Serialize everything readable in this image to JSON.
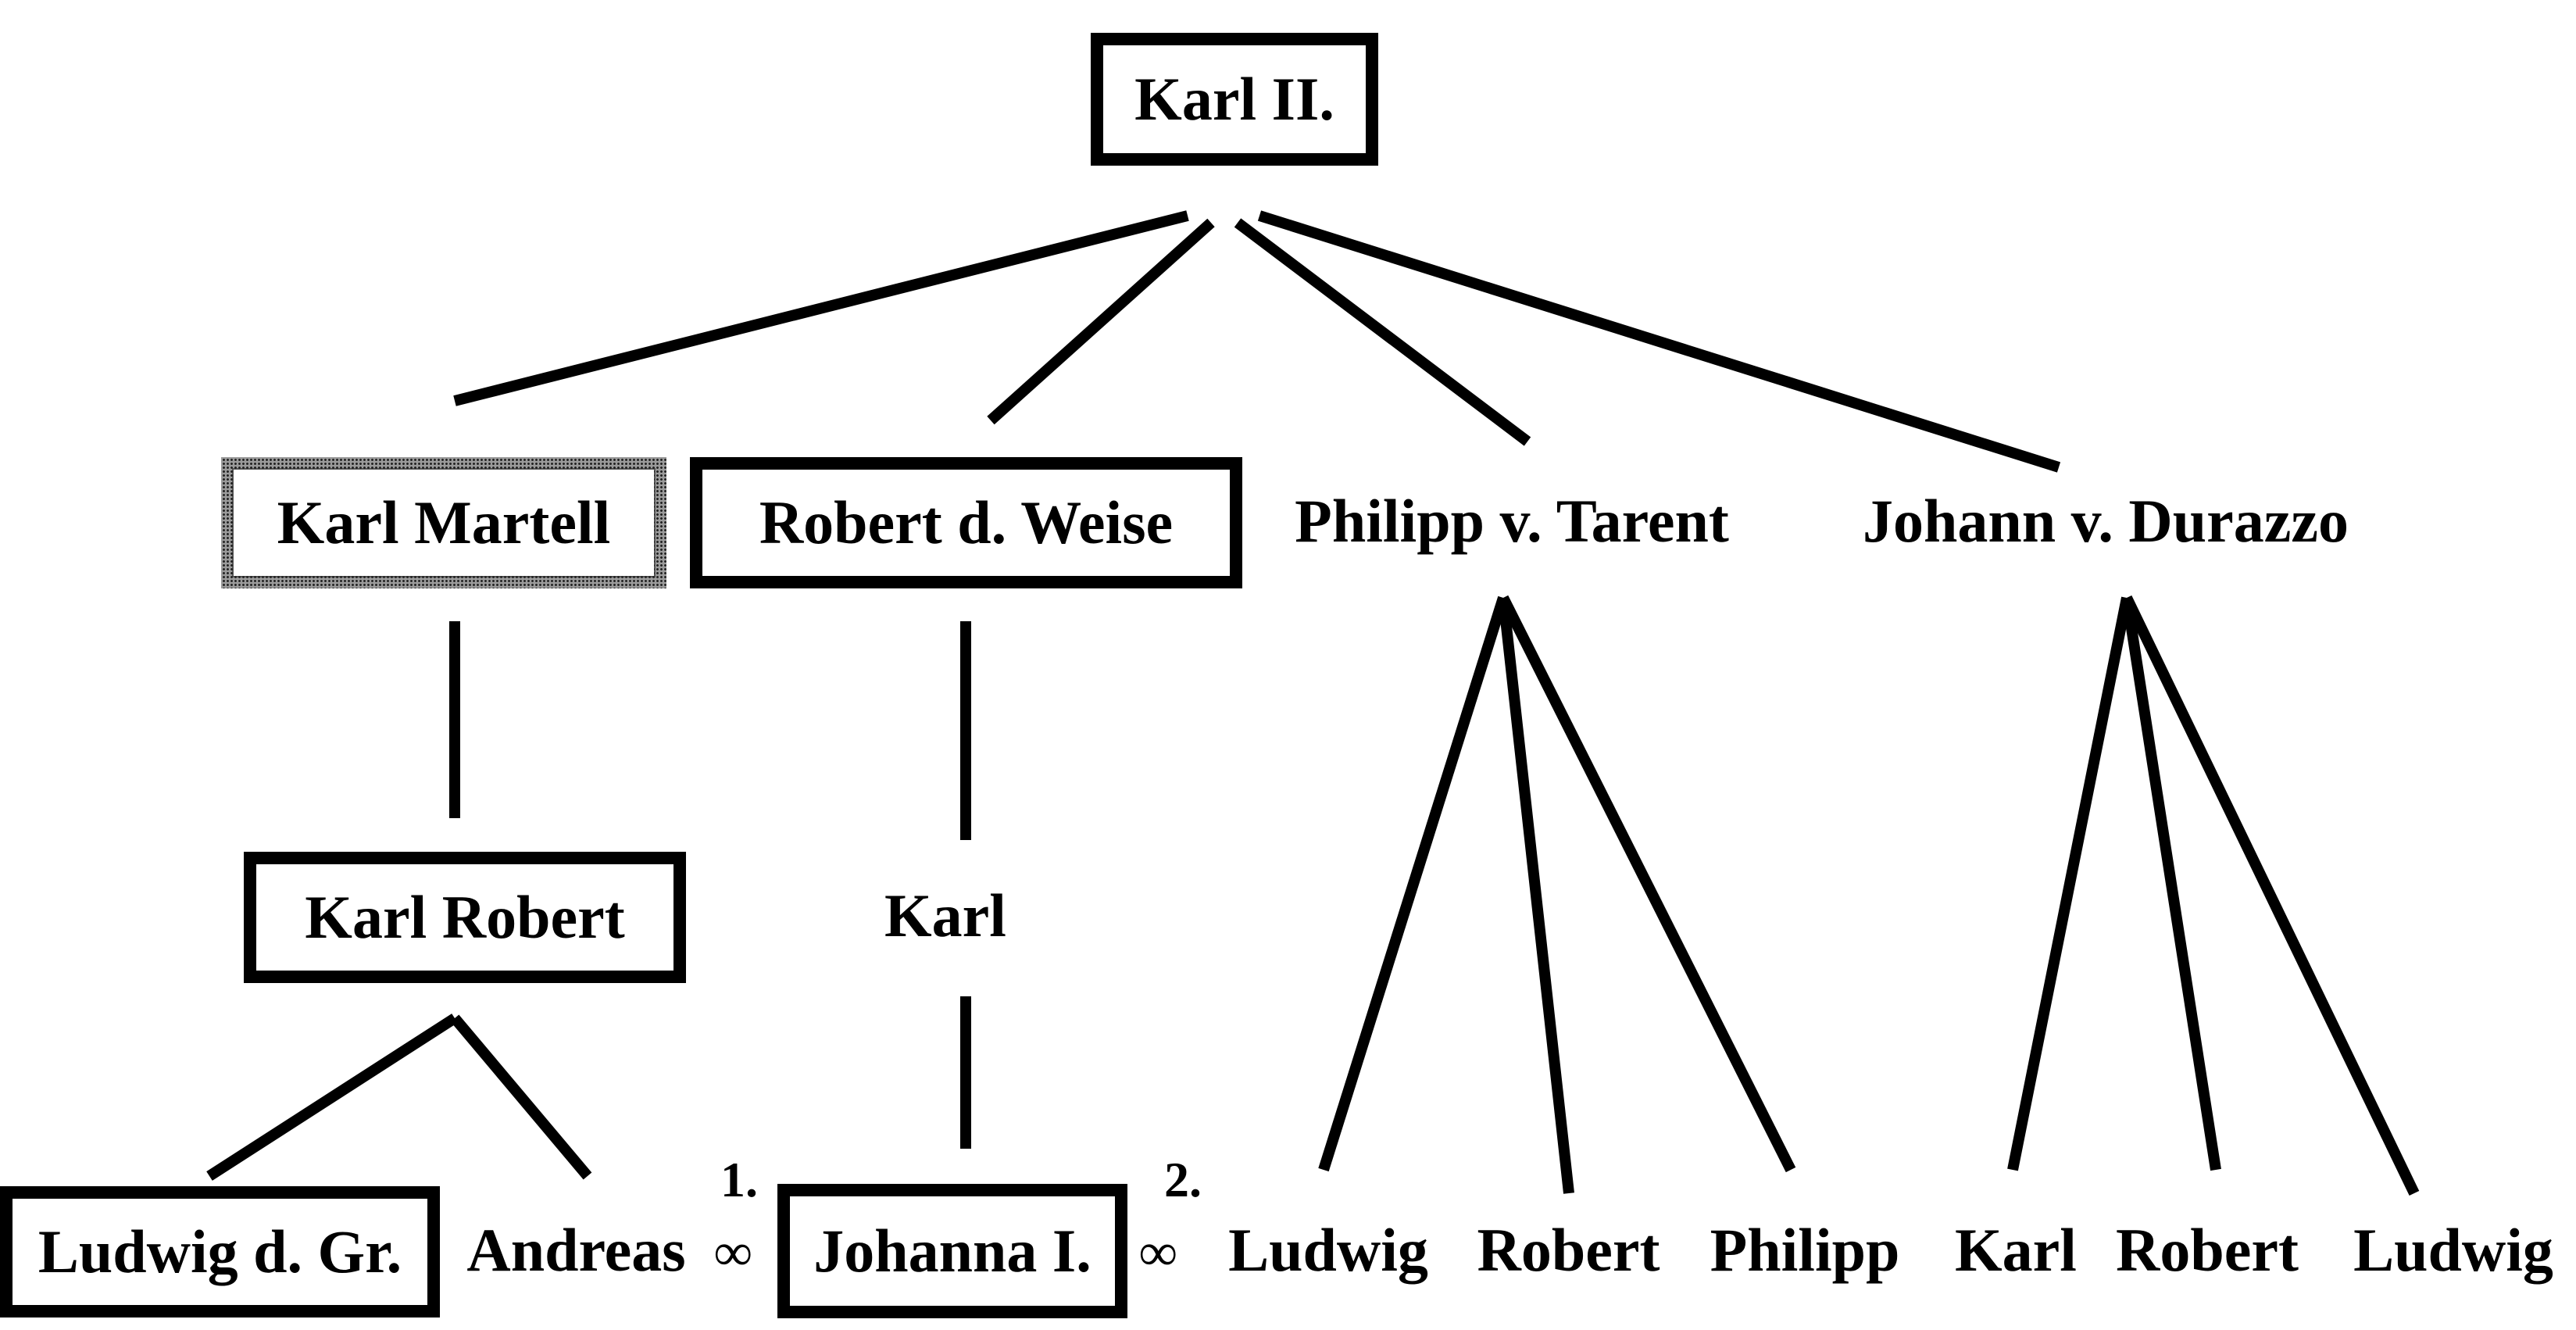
{
  "diagram": {
    "root": "Karl II.",
    "children": [
      "Karl Martell",
      "Robert d. Weise",
      "Philipp v. Tarent",
      "Johann v. Durazzo"
    ],
    "grandchildren": {
      "karl_martell_line": "Karl Robert",
      "robert_line": "Karl"
    },
    "great_grandchildren": {
      "karl_robert_sons": [
        "Ludwig d. Gr.",
        "Andreas"
      ],
      "robert_line": "Johanna I.",
      "philipp_sons": [
        "Ludwig",
        "Robert",
        "Philipp"
      ],
      "johann_sons": [
        "Karl",
        "Robert",
        "Ludwig"
      ]
    },
    "marriages": {
      "symbol": "∞",
      "first_label": "1.",
      "second_label": "2."
    }
  }
}
